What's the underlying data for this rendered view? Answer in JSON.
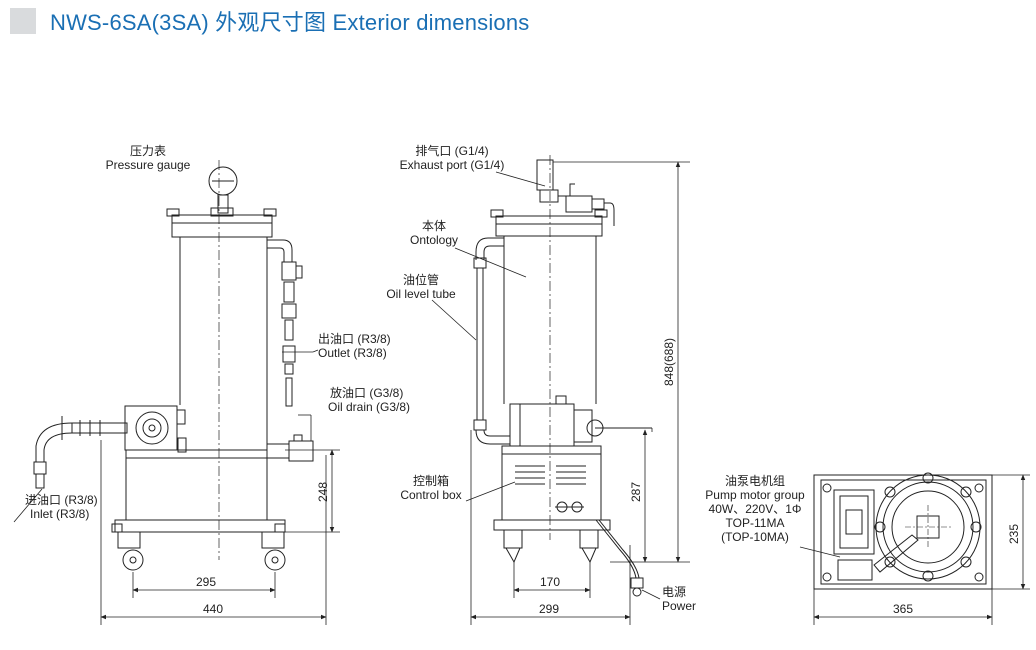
{
  "header": {
    "title": "NWS-6SA(3SA) 外观尺寸图 Exterior dimensions"
  },
  "labels": {
    "pressure_gauge": [
      "压力表",
      "Pressure gauge"
    ],
    "outlet": [
      "出油口 (R3/8)",
      "Outlet (R3/8)"
    ],
    "oil_drain": [
      "放油口 (G3/8)",
      "Oil drain (G3/8)"
    ],
    "inlet": [
      "进油口 (R3/8)",
      "Inlet (R3/8)"
    ],
    "exhaust_port": [
      "排气口 (G1/4)",
      "Exhaust port (G1/4)"
    ],
    "ontology": [
      "本体",
      "Ontology"
    ],
    "oil_level_tube": [
      "油位管",
      "Oil level tube"
    ],
    "control_box": [
      "控制箱",
      "Control box"
    ],
    "power": [
      "电源",
      "Power"
    ],
    "pump_motor_group": [
      "油泵电机组",
      "Pump motor group",
      "40W、220V、1Φ",
      "TOP-11MA",
      "(TOP-10MA)"
    ]
  },
  "dimensions": {
    "front_base_width": "440",
    "front_wheel_span": "295",
    "front_box_height": "248",
    "side_total_height": "848(688)",
    "side_box_height": "287",
    "side_base_width": "299",
    "side_wheel_span": "170",
    "top_width": "365",
    "top_depth": "235"
  }
}
